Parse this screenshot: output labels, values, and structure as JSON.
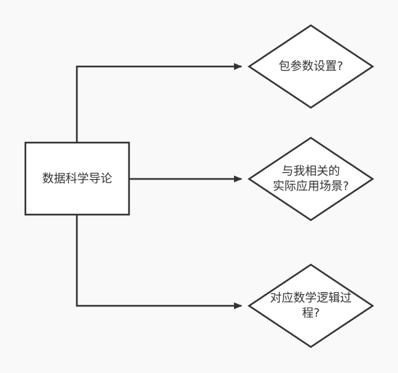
{
  "diagram": {
    "root": {
      "label": "数据科学导论"
    },
    "branches": [
      {
        "label": "包参数设置?"
      },
      {
        "label": "与我相关的\n实际应用场景?"
      },
      {
        "label": "对应数学逻辑过\n程?"
      }
    ],
    "colors": {
      "background": "#f9f9f9",
      "stroke": "#333333",
      "fill": "#ffffff",
      "text": "#333333"
    }
  }
}
